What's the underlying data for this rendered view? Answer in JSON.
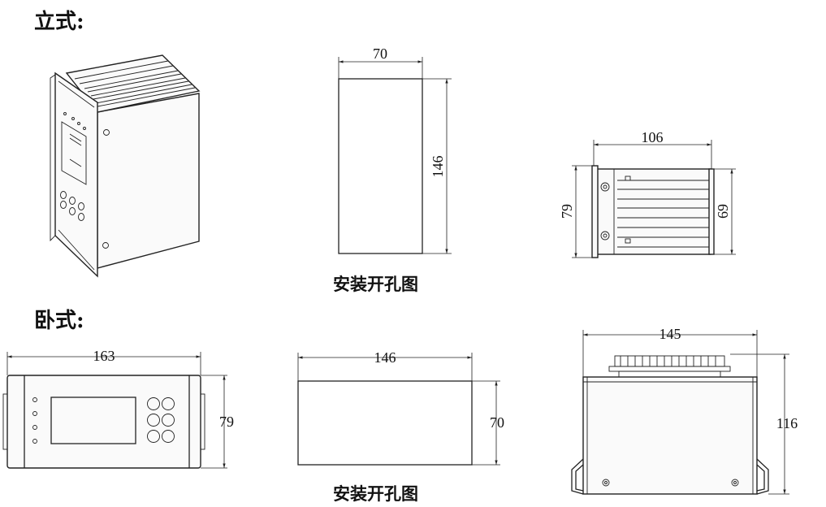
{
  "sections": {
    "vertical_label": "立式:",
    "horizontal_label": "卧式:"
  },
  "captions": {
    "vertical_cutout": "安装开孔图",
    "horizontal_cutout": "安装开孔图"
  },
  "dimensions": {
    "vertical_cutout_width": "70",
    "vertical_cutout_height": "146",
    "side_view_depth": "106",
    "side_view_height_outer": "79",
    "side_view_height_inner": "69",
    "front_width": "163",
    "front_height": "79",
    "horizontal_cutout_width": "146",
    "horizontal_cutout_height": "70",
    "top_view_width": "145",
    "top_view_height": "116"
  }
}
